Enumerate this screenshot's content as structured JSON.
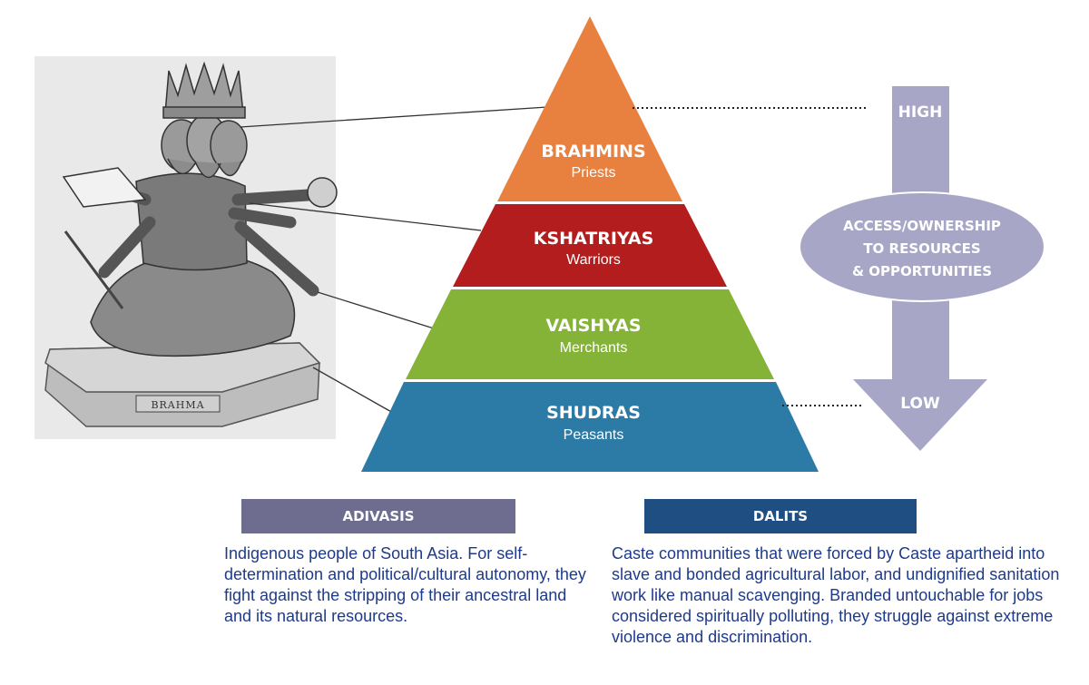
{
  "statue": {
    "plaque": "BRAHMA"
  },
  "pyramid": {
    "tiers": [
      {
        "name": "BRAHMINS",
        "role": "Priests",
        "color": "#e8813f"
      },
      {
        "name": "KSHATRIYAS",
        "role": "Warriors",
        "color": "#b31d1d"
      },
      {
        "name": "VAISHYAS",
        "role": "Merchants",
        "color": "#84b337"
      },
      {
        "name": "SHUDRAS",
        "role": "Peasants",
        "color": "#2b7ba6"
      }
    ]
  },
  "scale": {
    "high": "HIGH",
    "low": "LOW",
    "label_lines": [
      "ACCESS/OWNERSHIP",
      "TO RESOURCES",
      "& OPPORTUNITIES"
    ],
    "color": "#a8a6c6"
  },
  "groups": {
    "adivasis": {
      "title": "ADIVASIS",
      "description": "Indigenous people of South Asia. For self-determination and political/cultural autonomy, they fight against the stripping of their ancestral land and its natural resources.",
      "color": "#6e6d8f"
    },
    "dalits": {
      "title": "DALITS",
      "description": "Caste communities that were forced by Caste apartheid into slave and bonded agricultural labor, and undignified sanitation work like manual scavenging. Branded untouchable for jobs considered spiritually polluting, they struggle against extreme violence and discrimination.",
      "color": "#1f4e82"
    }
  }
}
